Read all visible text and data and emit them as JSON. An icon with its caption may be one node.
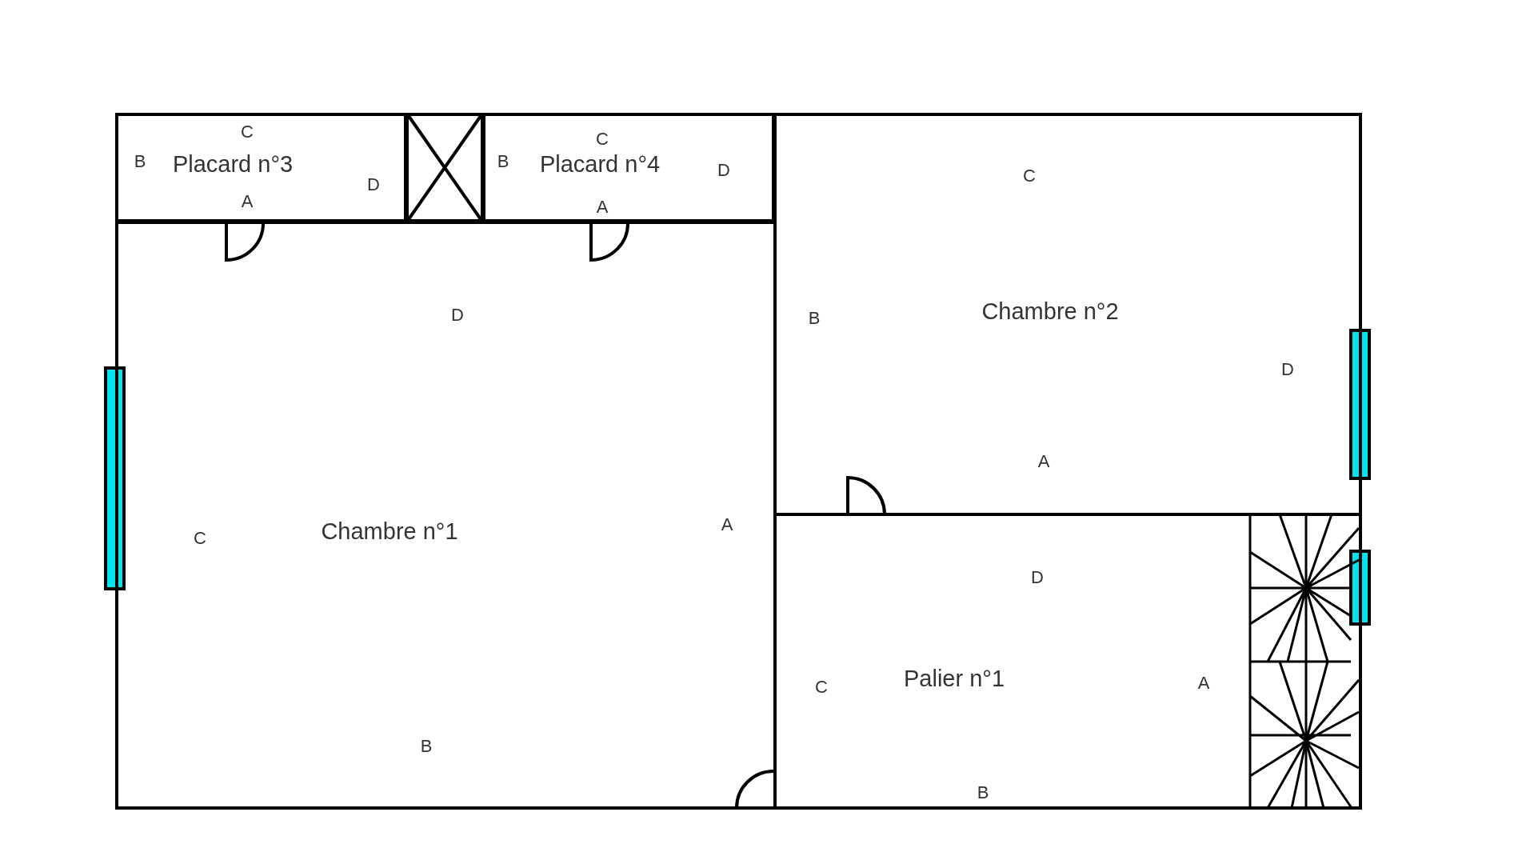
{
  "diagram": {
    "nodes": [
      {
        "text": [
          "Placard n°3"
        ]
      },
      {
        "text": [
          "Placard n°4"
        ]
      },
      {
        "text": [
          "Chambre n°2"
        ]
      },
      {
        "text": [
          "Chambre n°1"
        ]
      },
      {
        "text": [
          "Palier n°1"
        ]
      },
      {
        "text": [],
        "shape": "box"
      },
      {
        "text": [],
        "shape": "bar"
      },
      {
        "text": [],
        "shape": "bar"
      },
      {
        "text": [],
        "shape": "bar"
      }
    ],
    "edges": [],
    "labels": [
      "C",
      "B",
      "D",
      "A",
      "C",
      "B",
      "D",
      "A",
      "C",
      "B",
      "D",
      "D",
      "A",
      "C",
      "A",
      "B",
      "D",
      "C",
      "A",
      "B"
    ]
  }
}
